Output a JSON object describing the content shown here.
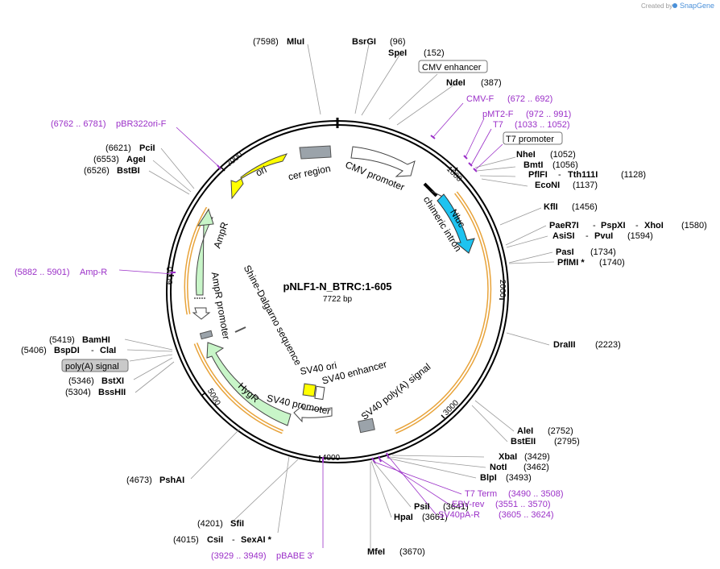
{
  "credit": {
    "prefix": "Created by",
    "brand": "SnapGene"
  },
  "map": {
    "name": "pNLF1-N_BTRC:1-605",
    "length": "7722 bp",
    "ticks": [
      "1000",
      "2000",
      "3000",
      "4000",
      "5000",
      "6000",
      "7000"
    ]
  },
  "features": {
    "cer_region": "cer region",
    "cmv_promoter": "CMV promoter",
    "chimeric_intron": "chimeric intron",
    "nluc": "Nluc",
    "ori": "ori",
    "ampr": "AmpR",
    "ampr_promoter": "AmpR promoter",
    "shine_dalgarno": "Shine-Dalgarno sequence",
    "sv40_ori": "SV40 ori",
    "sv40_enhancer": "SV40 enhancer",
    "sv40_polya": "SV40 poly(A) signal",
    "sv40_promoter": "SV40 promoter",
    "hygr": "HygR"
  },
  "boxed_labels": {
    "cmv_enhancer": "CMV enhancer",
    "t7_promoter": "T7 promoter",
    "polya_signal": "poly(A) signal"
  },
  "sites": {
    "mlui": {
      "pos": "(7598)",
      "name": "MluI"
    },
    "bsrgi": {
      "name": "BsrGI",
      "pos": "(96)"
    },
    "spei": {
      "name": "SpeI",
      "pos": "(152)"
    },
    "ndei": {
      "name": "NdeI",
      "pos": "(387)"
    },
    "nhei": {
      "name": "NheI",
      "pos": "(1052)"
    },
    "bmti": {
      "name": "BmtI",
      "pos": "(1056)"
    },
    "pflfi": {
      "name1": "PflFI",
      "sep": "-",
      "name2": "Tth111I",
      "pos": "(1128)"
    },
    "econi": {
      "name": "EcoNI",
      "pos": "(1137)"
    },
    "kfli": {
      "name": "KflI",
      "pos": "(1456)"
    },
    "paer7i": {
      "name1": "PaeR7I",
      "sep1": "-",
      "name2": "PspXI",
      "sep2": "-",
      "name3": "XhoI",
      "pos": "(1580)"
    },
    "asisi": {
      "name1": "AsiSI",
      "sep": "-",
      "name2": "PvuI",
      "pos": "(1594)"
    },
    "pasi": {
      "name": "PasI",
      "pos": "(1734)"
    },
    "pflmi": {
      "name": "PflMI *",
      "pos": "(1740)"
    },
    "draiii": {
      "name": "DraIII",
      "pos": "(2223)"
    },
    "alei": {
      "name": "AleI",
      "pos": "(2752)"
    },
    "bsteii": {
      "name": "BstEII",
      "pos": "(2795)"
    },
    "xbai": {
      "name": "XbaI",
      "pos": "(3429)"
    },
    "noti": {
      "name": "NotI",
      "pos": "(3462)"
    },
    "blpi": {
      "name": "BlpI",
      "pos": "(3493)"
    },
    "psii": {
      "name": "PsiI",
      "pos": "(3641)"
    },
    "hpai": {
      "name": "HpaI",
      "pos": "(3661)"
    },
    "mfei": {
      "name": "MfeI",
      "pos": "(3670)"
    },
    "sfii": {
      "pos": "(4201)",
      "name": "SfiI"
    },
    "csii": {
      "pos": "(4015)",
      "name1": "CsiI",
      "sep": "-",
      "name2": "SexAI *"
    },
    "pshai": {
      "pos": "(4673)",
      "name": "PshAI"
    },
    "bamhi": {
      "pos": "(5419)",
      "name": "BamHI"
    },
    "bspdi": {
      "pos": "(5406)",
      "name1": "BspDI",
      "sep": "-",
      "name2": "ClaI"
    },
    "bstxi": {
      "pos": "(5346)",
      "name": "BstXI"
    },
    "bsshii": {
      "pos": "(5304)",
      "name": "BssHII"
    },
    "pcii": {
      "pos": "(6621)",
      "name": "PciI"
    },
    "agei": {
      "pos": "(6553)",
      "name": "AgeI"
    },
    "bstbi": {
      "pos": "(6526)",
      "name": "BstBI"
    }
  },
  "primers": {
    "cmv_f": {
      "name": "CMV-F",
      "range": "(672 .. 692)"
    },
    "pmt2_f": {
      "name": "pMT2-F",
      "range": "(972 .. 991)"
    },
    "t7": {
      "name": "T7",
      "range": "(1033 .. 1052)"
    },
    "t7_term": {
      "name": "T7 Term",
      "range": "(3490 .. 3508)"
    },
    "ebv_rev": {
      "name": "EBV-rev",
      "range": "(3551 .. 3570)"
    },
    "sv40pa_r": {
      "name": "SV40pA-R",
      "range": "(3605 .. 3624)"
    },
    "pbabe3": {
      "range": "(3929 .. 3949)",
      "name": "pBABE 3'"
    },
    "pbr322ori_f": {
      "range": "(6762 .. 6781)",
      "name": "pBR322ori-F"
    },
    "amp_r": {
      "range": "(5882 .. 5901)",
      "name": "Amp-R"
    }
  },
  "colors": {
    "backbone": "#000000",
    "orf_outline": "#e8a33a",
    "primer": "#9b30c8",
    "ori": "#ffff00",
    "nluc": "#1ec3f0",
    "ampr": "#c8f5c8",
    "hygr": "#c8f5c8",
    "grey_feature": "#9ba3aa"
  }
}
